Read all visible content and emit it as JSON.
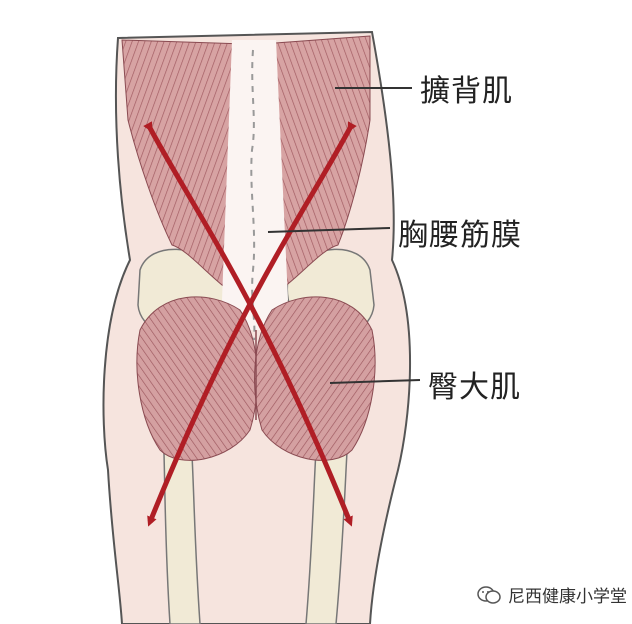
{
  "labels": {
    "latissimus": "擴背肌",
    "thoracolumbar": "胸腰筋膜",
    "gluteus": "臀大肌"
  },
  "watermark": {
    "text": "尼西健康小学堂",
    "icon": "wechat-icon"
  },
  "colors": {
    "skin": "#f6e4de",
    "muscle": "#c98d8f",
    "muscle_dark": "#9a4f56",
    "fascia": "#ffffff",
    "bone": "#f1ead6",
    "arrow": "#b01e25",
    "outline": "#555555"
  }
}
